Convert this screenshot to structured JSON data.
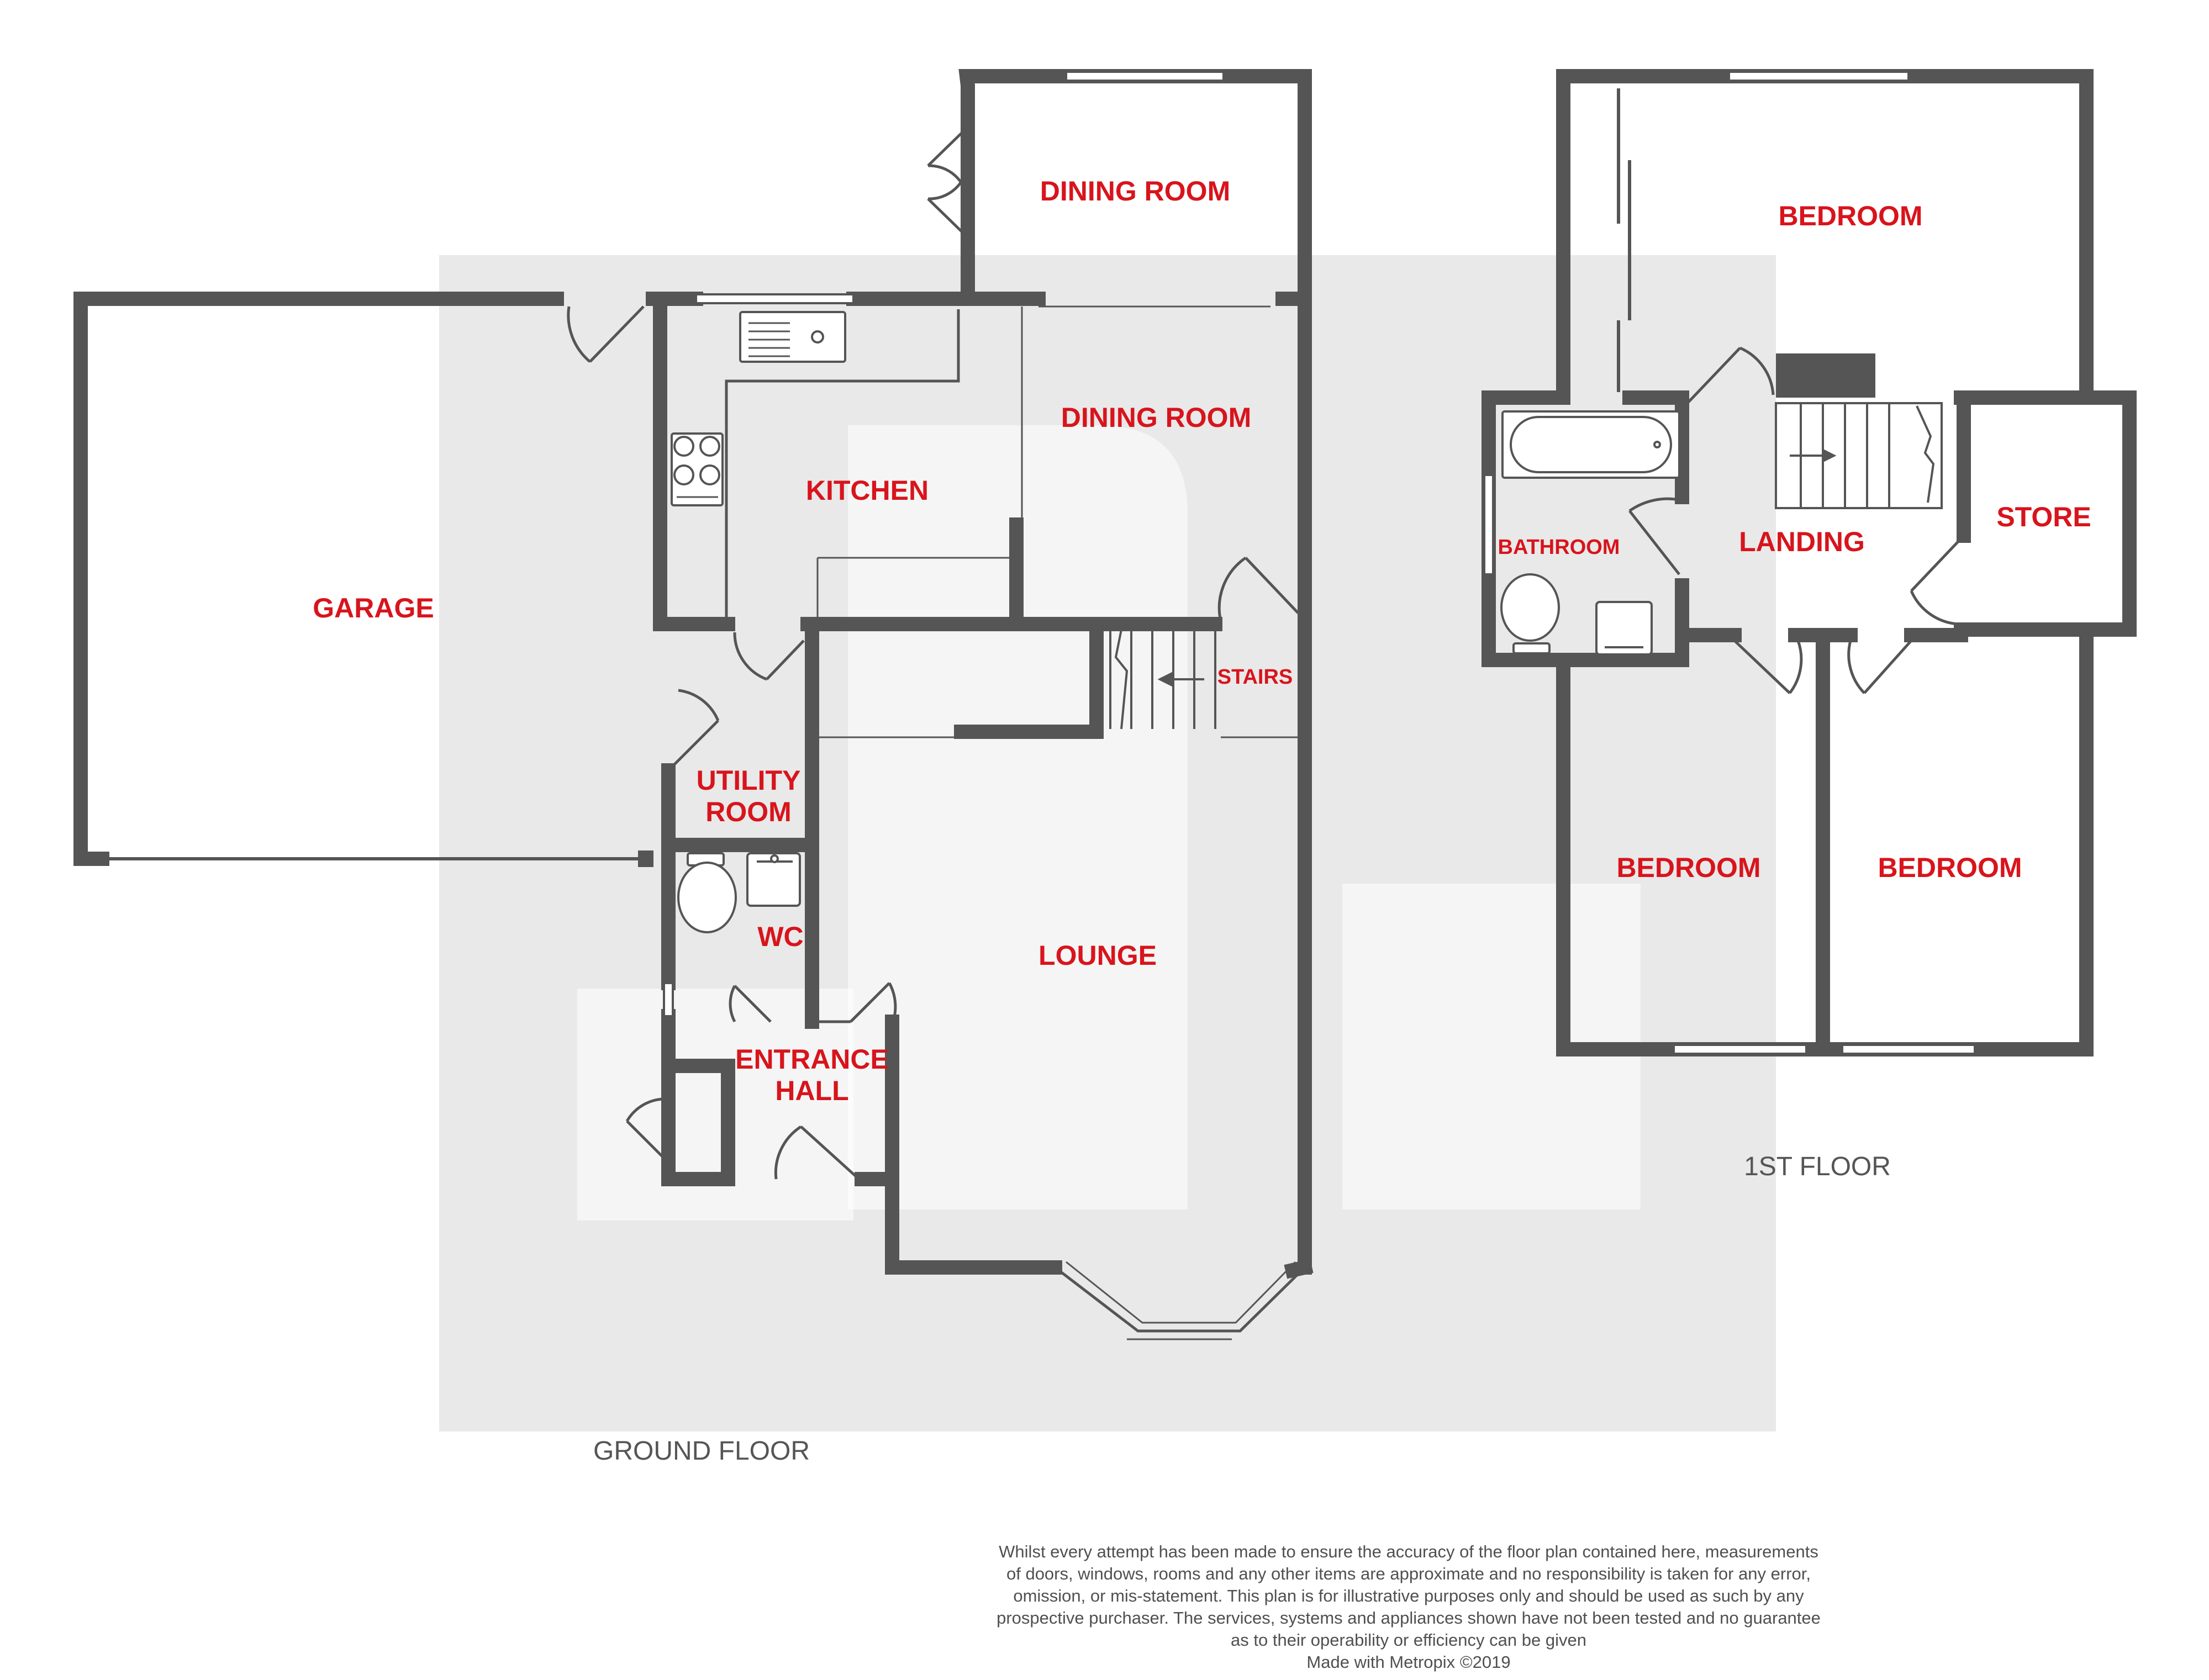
{
  "colors": {
    "wall": "#555555",
    "room_label": "#d8141c",
    "watermark": "#e9e9e9",
    "text": "#505050"
  },
  "rooms": {
    "dining_room_upper": "DINING ROOM",
    "dining_room_lower": "DINING ROOM",
    "kitchen": "KITCHEN",
    "garage": "GARAGE",
    "stairs": "STAIRS",
    "utility_line1": "UTILITY",
    "utility_line2": "ROOM",
    "wc": "WC",
    "lounge": "LOUNGE",
    "entrance_line1": "ENTRANCE",
    "entrance_line2": "HALL",
    "bedroom_top": "BEDROOM",
    "bathroom": "BATHROOM",
    "landing": "LANDING",
    "store": "STORE",
    "bedroom_left": "BEDROOM",
    "bedroom_right": "BEDROOM"
  },
  "floors": {
    "ground": "GROUND FLOOR",
    "first": "1ST FLOOR"
  },
  "disclaimer": {
    "line1": "Whilst every attempt has been made to ensure the accuracy of the floor plan contained here, measurements",
    "line2": "of doors, windows, rooms and any other items are approximate and no responsibility is taken for any error,",
    "line3": "omission, or mis-statement. This plan is for illustrative purposes only and should be used as such by any",
    "line4": "prospective purchaser. The services, systems and appliances shown have not been tested and no guarantee",
    "line5": "as to their operability or efficiency can be given",
    "line6": "Made with Metropix ©2019"
  }
}
